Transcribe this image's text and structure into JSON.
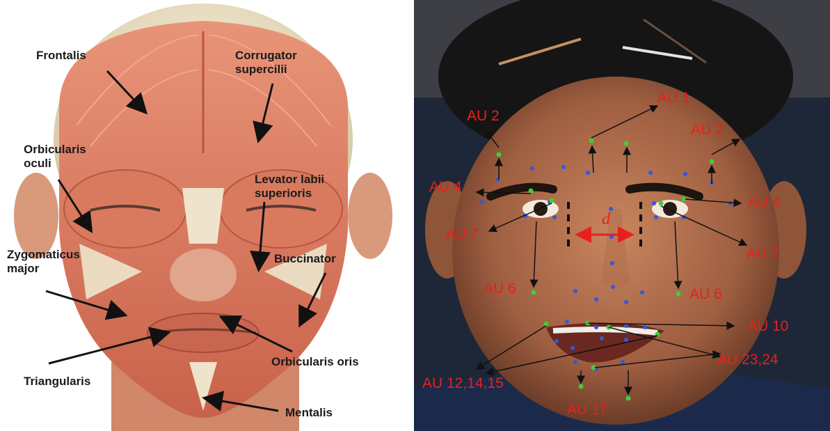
{
  "muscle_labels": {
    "frontalis": "Frontalis",
    "corrugator": "Corrugator\nsupercilii",
    "orbicularis_oculi": "Orbicularis\noculi",
    "levator": "Levator labii\nsuperioris",
    "zygomaticus": "Zygomaticus\nmajor",
    "buccinator": "Buccinator",
    "orbicularis_oris": "Orbicularis oris",
    "triangularis": "Triangularis",
    "mentalis": "Mentalis"
  },
  "au_labels": {
    "au1": "AU 1",
    "au2_left": "AU 2",
    "au2_right": "AU 2",
    "au4_left": "AU 4",
    "au4_right": "AU 4",
    "au7_left": "AU 7",
    "au7_right": "AU 7",
    "au6_left": "AU 6",
    "au6_right": "AU 6",
    "au10": "AU 10",
    "au12": "AU 12,14,15",
    "au23": "AU 23,24",
    "au17": "AU 17",
    "distance": "d"
  },
  "colors": {
    "label_red": "#e8201c",
    "landmark_green": "#3ecf3a",
    "landmark_blue": "#2f58e0",
    "muscle": "#d9745a",
    "skin": "#e9ddc2"
  }
}
